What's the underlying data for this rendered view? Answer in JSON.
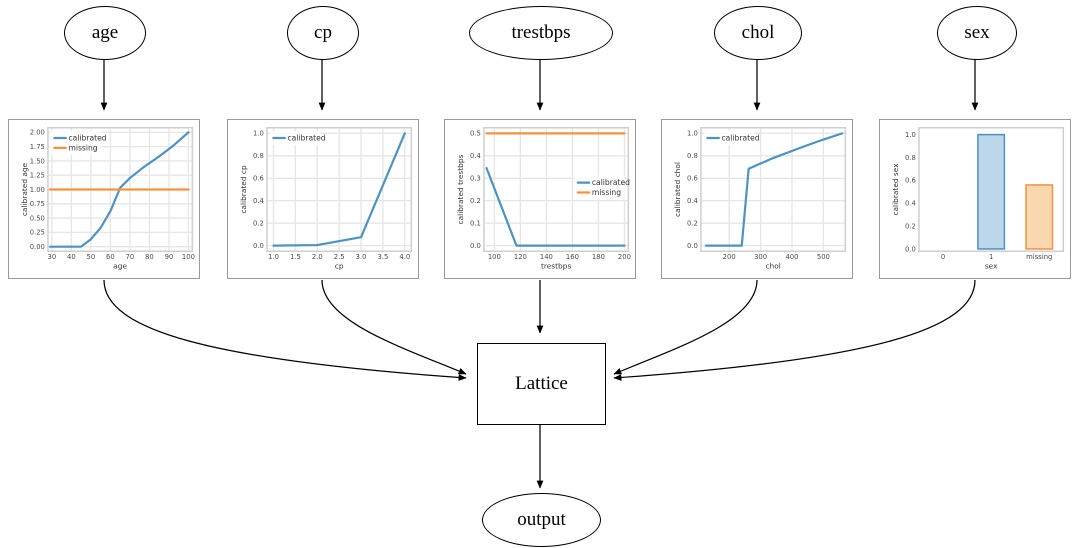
{
  "graph": {
    "input_nodes": [
      {
        "id": "age",
        "label": "age"
      },
      {
        "id": "cp",
        "label": "cp"
      },
      {
        "id": "trestbps",
        "label": "trestbps"
      },
      {
        "id": "chol",
        "label": "chol"
      },
      {
        "id": "sex",
        "label": "sex"
      }
    ],
    "lattice_label": "Lattice",
    "output_label": "output"
  },
  "colors": {
    "calibrated": "#4c92c3",
    "missing": "#f5923e",
    "bar_calibrated_fill": "#bcd6ea",
    "bar_missing_fill": "#fbd7b0",
    "node_stroke": "#000000",
    "panel_border": "#9a9a9a",
    "grid": "#e6e6e6"
  },
  "chart_data": [
    {
      "type": "line",
      "id": "age",
      "title": "",
      "xlabel": "age",
      "ylabel": "calibrated age",
      "xlim": [
        28,
        102
      ],
      "ylim": [
        -0.08,
        2.08
      ],
      "xticks": [
        30,
        40,
        50,
        60,
        70,
        80,
        90,
        100
      ],
      "yticks": [
        0.0,
        0.25,
        0.5,
        0.75,
        1.0,
        1.25,
        1.5,
        1.75,
        2.0
      ],
      "ytick_labels": [
        "0.00",
        "0.25",
        "0.50",
        "0.75",
        "1.00",
        "1.25",
        "1.50",
        "1.75",
        "2.00"
      ],
      "grid": true,
      "legend_position": "upper left",
      "series": [
        {
          "name": "calibrated",
          "color": "#4c92c3",
          "x": [
            29,
            45,
            50,
            55,
            60,
            65,
            70,
            77,
            85,
            92,
            100
          ],
          "y": [
            0.0,
            0.0,
            0.13,
            0.33,
            0.62,
            1.03,
            1.2,
            1.39,
            1.58,
            1.76,
            2.0
          ]
        },
        {
          "name": "missing",
          "color": "#f5923e",
          "x": [
            29,
            100
          ],
          "y": [
            1.0,
            1.0
          ]
        }
      ]
    },
    {
      "type": "line",
      "id": "cp",
      "title": "",
      "xlabel": "cp",
      "ylabel": "calibrated cp",
      "xlim": [
        0.85,
        4.15
      ],
      "ylim": [
        -0.05,
        1.05
      ],
      "xticks": [
        1.0,
        1.5,
        2.0,
        2.5,
        3.0,
        3.5,
        4.0
      ],
      "xtick_labels": [
        "1.0",
        "1.5",
        "2.0",
        "2.5",
        "3.0",
        "3.5",
        "4.0"
      ],
      "yticks": [
        0.0,
        0.2,
        0.4,
        0.6,
        0.8,
        1.0
      ],
      "ytick_labels": [
        "0.0",
        "0.2",
        "0.4",
        "0.6",
        "0.8",
        "1.0"
      ],
      "grid": true,
      "legend_position": "upper left",
      "series": [
        {
          "name": "calibrated",
          "color": "#4c92c3",
          "x": [
            1.0,
            2.0,
            3.0,
            4.0
          ],
          "y": [
            0.0,
            0.005,
            0.075,
            1.0
          ]
        }
      ]
    },
    {
      "type": "line",
      "id": "trestbps",
      "title": "",
      "xlabel": "trestbps",
      "ylabel": "calibrated trestbps",
      "xlim": [
        92,
        203
      ],
      "ylim": [
        -0.025,
        0.525
      ],
      "xticks": [
        100,
        120,
        140,
        160,
        180,
        200
      ],
      "yticks": [
        0.0,
        0.1,
        0.2,
        0.3,
        0.4,
        0.5
      ],
      "ytick_labels": [
        "0.0",
        "0.1",
        "0.2",
        "0.3",
        "0.4",
        "0.5"
      ],
      "grid": true,
      "legend_position": "center right",
      "series": [
        {
          "name": "calibrated",
          "color": "#4c92c3",
          "x": [
            94,
            117,
            200
          ],
          "y": [
            0.345,
            0.0,
            0.0
          ]
        },
        {
          "name": "missing",
          "color": "#f5923e",
          "x": [
            94,
            200
          ],
          "y": [
            0.5,
            0.5
          ]
        }
      ]
    },
    {
      "type": "line",
      "id": "chol",
      "title": "",
      "xlabel": "chol",
      "ylabel": "calibrated chol",
      "xlim": [
        110,
        570
      ],
      "ylim": [
        -0.05,
        1.05
      ],
      "xticks": [
        200,
        300,
        400,
        500
      ],
      "yticks": [
        0.0,
        0.2,
        0.4,
        0.6,
        0.8,
        1.0
      ],
      "ytick_labels": [
        "0.0",
        "0.2",
        "0.4",
        "0.6",
        "0.8",
        "1.0"
      ],
      "grid": true,
      "legend_position": "upper left",
      "series": [
        {
          "name": "calibrated",
          "color": "#4c92c3",
          "x": [
            126,
            240,
            262,
            340,
            430,
            500,
            560
          ],
          "y": [
            0.0,
            0.0,
            0.685,
            0.78,
            0.875,
            0.945,
            1.0
          ]
        }
      ]
    },
    {
      "type": "bar",
      "id": "sex",
      "title": "",
      "xlabel": "sex",
      "ylabel": "calibrated sex",
      "categories": [
        "0",
        "1",
        "missing"
      ],
      "values": [
        0.0,
        1.0,
        0.56
      ],
      "bar_colors": [
        "#bcd6ea",
        "#bcd6ea",
        "#fbd7b0"
      ],
      "bar_edge_colors": [
        "#4c92c3",
        "#4c92c3",
        "#f5923e"
      ],
      "ylim": [
        -0.02,
        1.06
      ],
      "yticks": [
        0.0,
        0.2,
        0.4,
        0.6,
        0.8,
        1.0
      ],
      "ytick_labels": [
        "0.0",
        "0.2",
        "0.4",
        "0.6",
        "0.8",
        "1.0"
      ],
      "grid": false,
      "legend_position": "none"
    }
  ]
}
